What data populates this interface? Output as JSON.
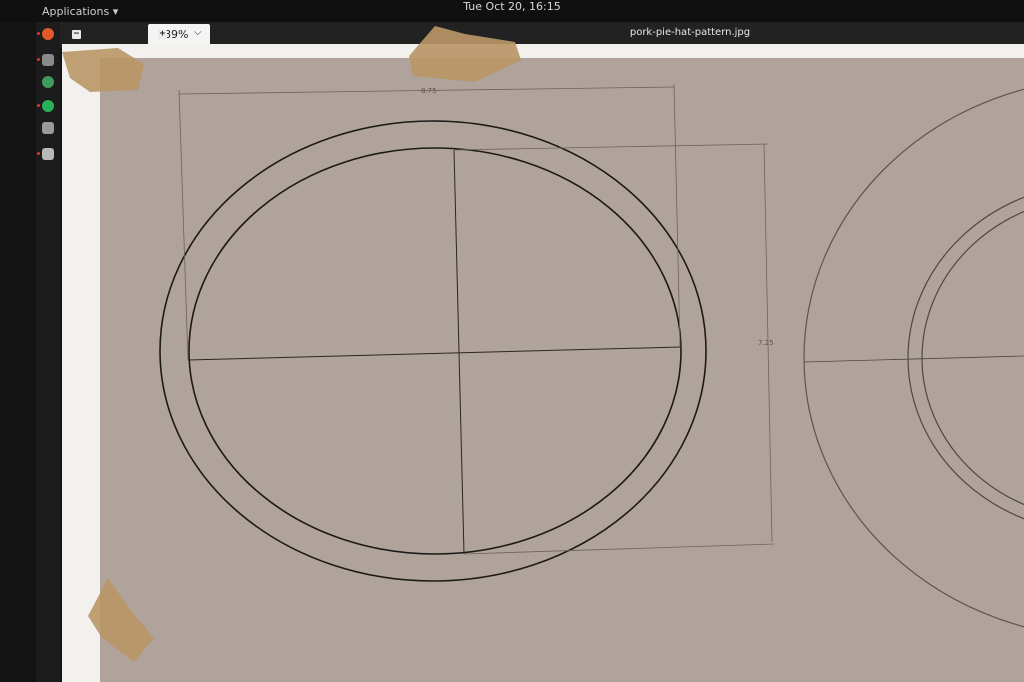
{
  "topbar": {
    "applications_label": "Applications ▾",
    "clock": "Tue Oct 20, 16:15"
  },
  "toolbar": {
    "zoom_out_label": "−",
    "zoom_value": "189%",
    "zoom_in_label": "+",
    "filename": "pork-pie-hat-pattern.jpg"
  },
  "dock": {
    "items": [
      "firefox-icon",
      "files-icon",
      "web-browser-icon",
      "status-green-icon",
      "settings-icon",
      "document-viewer-icon"
    ]
  },
  "drawing": {
    "width_dimension": "8.75",
    "height_dimension": "7.25"
  },
  "colors": {
    "background": "#141414",
    "image": "#b0a39b",
    "paper": "#f2f1ee",
    "ink": "#1c1a19",
    "tape": "#b99666"
  }
}
